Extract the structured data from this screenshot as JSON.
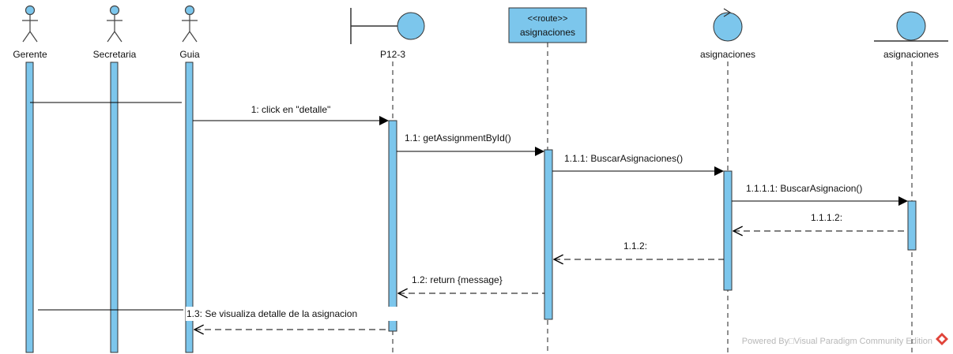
{
  "lifelines": {
    "gerente": "Gerente",
    "secretaria": "Secretaria",
    "guia": "Guia",
    "boundary": "P12-3",
    "route_stereotype": "<<route>>",
    "route_name": "asignaciones",
    "control": "asignaciones",
    "entity": "asignaciones"
  },
  "messages": {
    "m1": "1: click en \"detalle\"",
    "m1_1": "1.1: getAssignmentById()",
    "m1_1_1": "1.1.1: BuscarAsignaciones()",
    "m1_1_1_1": "1.1.1.1: BuscarAsignacion()",
    "m1_1_1_2": "1.1.1.2:",
    "m1_1_2": "1.1.2:",
    "m1_2": "1.2: return {message}",
    "m1_3": "1.3: Se visualiza detalle de la asignacion"
  },
  "watermark": "Powered By□Visual Paradigm Community Edition",
  "colors": {
    "activation_fill": "#7cc6ec",
    "activation_stroke": "#333333",
    "actor_fill": "#7cc6ec",
    "route_box_fill": "#7cc6ec",
    "line": "#000000",
    "lifeline_dash": "#222222",
    "watermark_logo": "#e0443a"
  }
}
